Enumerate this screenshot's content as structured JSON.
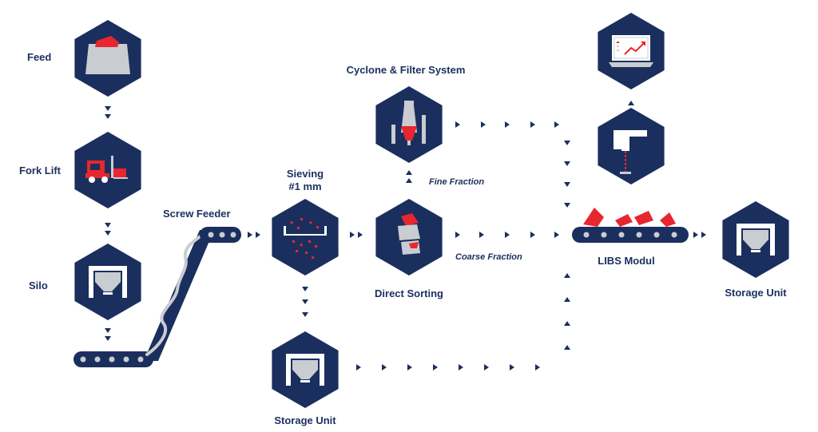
{
  "colors": {
    "navy": "#1b2f5e",
    "red": "#e8262f",
    "gray": "#c9ccd1",
    "white": "#ffffff"
  },
  "labels": {
    "feed": "Feed",
    "fork_lift": "Fork Lift",
    "silo": "Silo",
    "screw_feeder": "Screw Feeder",
    "sieving": "Sieving",
    "sieving_size": "#1 mm",
    "cyclone": "Cyclone & Filter System",
    "fine_fraction": "Fine Fraction",
    "coarse_fraction": "Coarse Fraction",
    "direct_sorting": "Direct Sorting",
    "libs_modul": "LIBS Modul",
    "storage_right": "Storage Unit",
    "storage_bottom": "Storage Unit"
  },
  "icons": [
    "feed-bin-icon",
    "forklift-icon",
    "silo-icon",
    "sieve-icon",
    "cyclone-icon",
    "sorting-icon",
    "laser-icon",
    "monitor-chart-icon",
    "storage-icon"
  ]
}
